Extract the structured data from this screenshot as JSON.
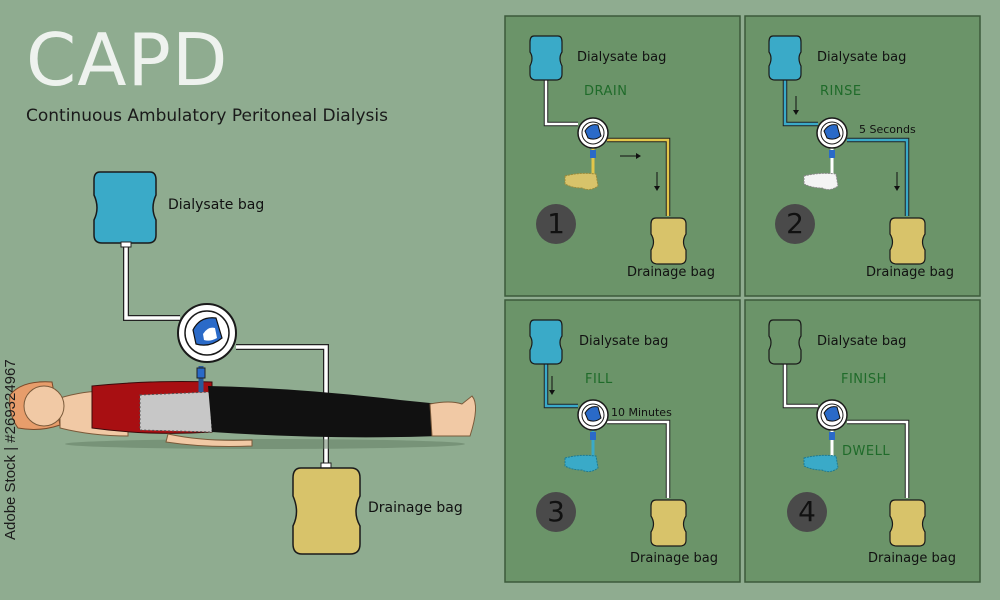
{
  "header": {
    "title": "CAPD",
    "subtitle": "Continuous Ambulatory Peritoneal Dialysis"
  },
  "main_labels": {
    "dialysate_bag": "Dialysate bag",
    "drainage_bag": "Drainage bag"
  },
  "panels": [
    {
      "number": "1",
      "step": "DRAIN",
      "dialysate": "Dialysate bag",
      "drainage": "Drainage bag",
      "timer": ""
    },
    {
      "number": "2",
      "step": "RINSE",
      "dialysate": "Dialysate bag",
      "drainage": "Drainage bag",
      "timer": "5 Seconds"
    },
    {
      "number": "3",
      "step": "FILL",
      "dialysate": "Dialysate bag",
      "drainage": "Drainage bag",
      "timer": "10 Minutes"
    },
    {
      "number": "4",
      "step": "FINISH",
      "dialysate": "Dialysate bag",
      "drainage": "Drainage bag",
      "timer": "",
      "extra": "DWELL"
    }
  ],
  "watermark": "Adobe Stock | #269324967",
  "colors": {
    "background": "#8fac90",
    "panel": "#6b9469",
    "dialysate_fluid": "#3aaac8",
    "drainage_fluid": "#d8c36a",
    "step_text": "#1f6b2a"
  }
}
